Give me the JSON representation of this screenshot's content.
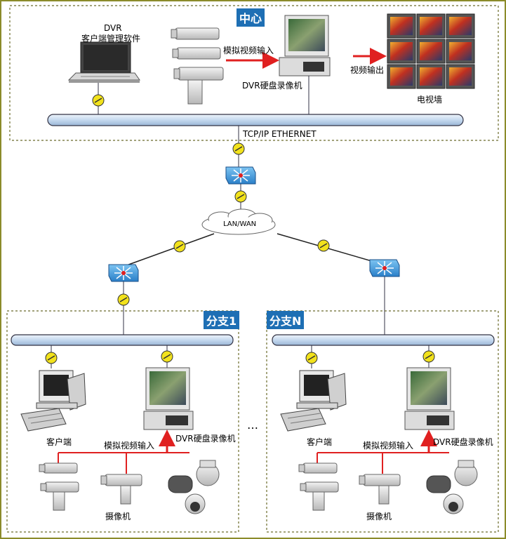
{
  "center": {
    "tag": "中心",
    "dvr_client_title": "DVR",
    "dvr_client_subtitle": "客户端管理软件",
    "analog_input": "模拟视频输入",
    "dvr_recorder": "DVR硬盘录像机",
    "video_output": "视频输出",
    "tv_wall": "电视墙",
    "ethernet": "TCP/IP ETHERNET"
  },
  "network": {
    "cloud": "LAN/WAN"
  },
  "branch1": {
    "tag": "分支1",
    "client": "客户端",
    "analog_input": "模拟视频输入",
    "dvr_recorder": "DVR硬盘录像机",
    "camera": "摄像机"
  },
  "branchN": {
    "tag": "分支N",
    "client": "客户端",
    "analog_input": "模拟视频输入",
    "dvr_recorder": "DVR硬盘录像机",
    "camera": "摄像机"
  },
  "ellipsis": "…",
  "colors": {
    "border_outer": "#8b8b2a",
    "dashed": "#6b6b2a",
    "tag_bg": "#1e6fb4",
    "bus_fill": "#cfe0f2",
    "arrow": "#e02020",
    "switch": "#3d9be0",
    "connector": "#f2e21c"
  }
}
